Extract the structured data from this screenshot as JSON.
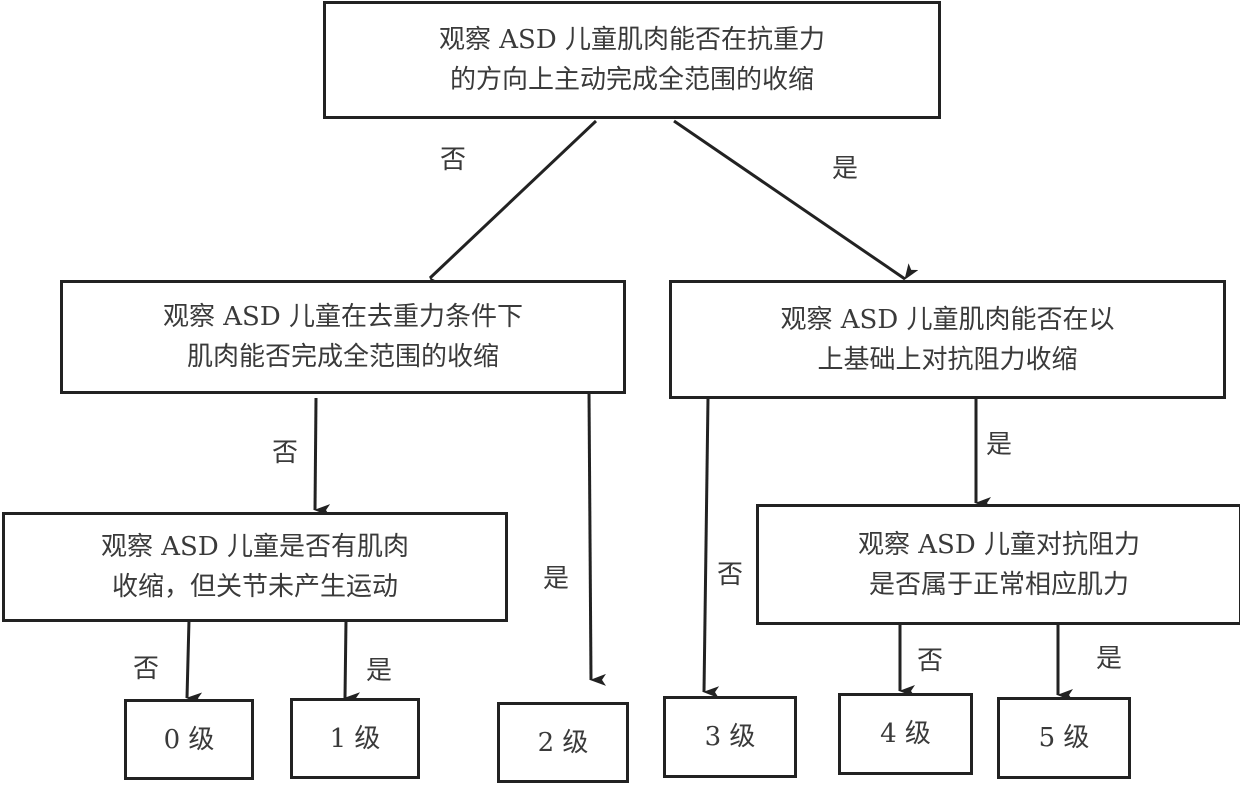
{
  "diagram": {
    "type": "decision-flowchart",
    "line_color": "#222222",
    "text_color": "#3a3a3a",
    "nodes": {
      "root": {
        "lines": [
          "观察 ASD 儿童肌肉能否在抗重力",
          "的方向上主动完成全范围的收缩"
        ]
      },
      "gravity_eliminated": {
        "lines": [
          "观察 ASD 儿童在去重力条件下",
          "肌肉能否完成全范围的收缩"
        ]
      },
      "against_resistance": {
        "lines": [
          "观察 ASD 儿童肌肉能否在以",
          "上基础上对抗阻力收缩"
        ]
      },
      "contraction_no_motion": {
        "lines": [
          "观察 ASD 儿童是否有肌肉",
          "收缩，但关节未产生运动"
        ]
      },
      "normal_strength": {
        "lines": [
          "观察 ASD 儿童对抗阻力",
          "是否属于正常相应肌力"
        ]
      },
      "grade0": {
        "label": "0 级"
      },
      "grade1": {
        "label": "1 级"
      },
      "grade2": {
        "label": "2 级"
      },
      "grade3": {
        "label": "3 级"
      },
      "grade4": {
        "label": "4 级"
      },
      "grade5": {
        "label": "5 级"
      }
    },
    "edges": [
      {
        "from": "root",
        "to": "gravity_eliminated",
        "label": "否"
      },
      {
        "from": "root",
        "to": "against_resistance",
        "label": "是"
      },
      {
        "from": "gravity_eliminated",
        "to": "contraction_no_motion",
        "label": "否"
      },
      {
        "from": "gravity_eliminated",
        "to": "grade2",
        "label": "是"
      },
      {
        "from": "against_resistance",
        "to": "grade3",
        "label": "否"
      },
      {
        "from": "against_resistance",
        "to": "normal_strength",
        "label": "是"
      },
      {
        "from": "contraction_no_motion",
        "to": "grade0",
        "label": "否"
      },
      {
        "from": "contraction_no_motion",
        "to": "grade1",
        "label": "是"
      },
      {
        "from": "normal_strength",
        "to": "grade4",
        "label": "否"
      },
      {
        "from": "normal_strength",
        "to": "grade5",
        "label": "是"
      }
    ]
  }
}
